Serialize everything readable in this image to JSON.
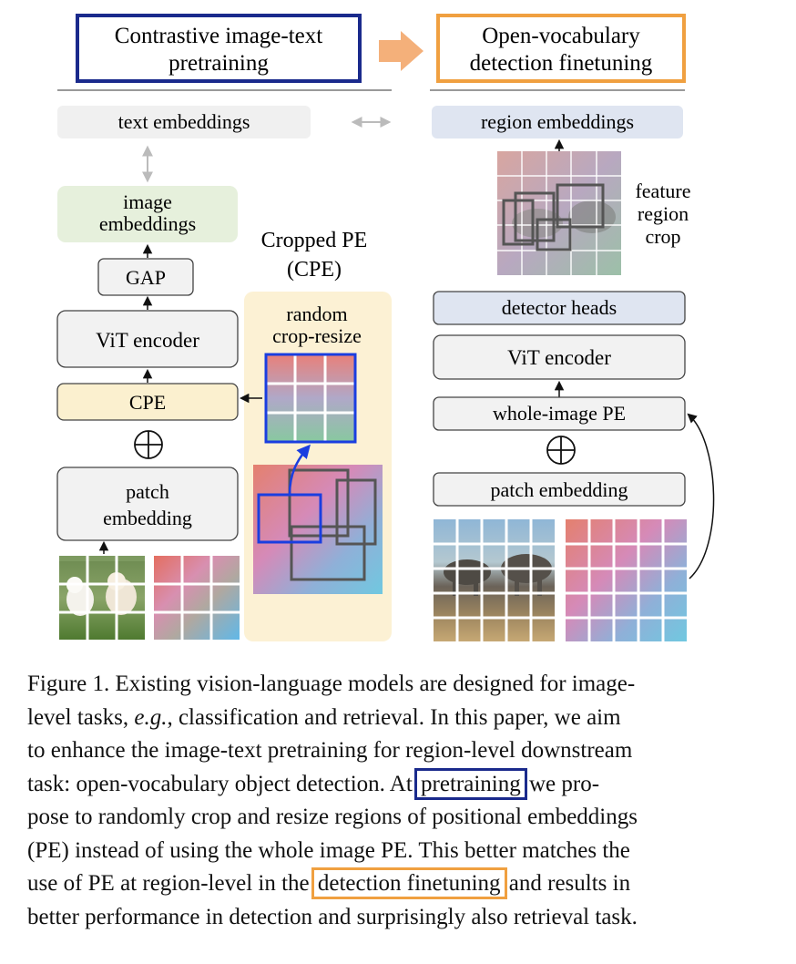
{
  "header": {
    "left_title": [
      "Contrastive image-text",
      "pretraining"
    ],
    "right_title": [
      "Open-vocabulary",
      "detection finetuning"
    ]
  },
  "left": {
    "text_embeddings": "text embeddings",
    "image_embeddings": [
      "image",
      "embeddings"
    ],
    "gap": "GAP",
    "vit_encoder": "ViT encoder",
    "cpe": "CPE",
    "patch_embedding": [
      "patch",
      "embedding"
    ]
  },
  "middle": {
    "title": [
      "Cropped PE",
      "(CPE)"
    ],
    "random_crop": [
      "random",
      "crop-resize"
    ]
  },
  "right": {
    "region_embeddings": "region embeddings",
    "feature_crop": [
      "feature",
      "region",
      "crop"
    ],
    "detector_heads": "detector heads",
    "vit_encoder": "ViT encoder",
    "whole_image_pe": "whole-image PE",
    "patch_embedding": "patch embedding"
  },
  "colors": {
    "blue_frame": "#1a2a8c",
    "orange_frame": "#f0a040",
    "green_box": "#e6f0dc",
    "yellow_box": "#fbf0cf",
    "blue_box": "#dfe5f1",
    "panel_yellow": "#fcf1d4"
  },
  "caption": {
    "l1": "Figure 1. Existing vision-language models are designed for image-",
    "l2a": "level tasks, ",
    "l2b": "e.g.",
    "l2c": ", classification and retrieval. In this paper, we aim",
    "l3": "to enhance the image-text pretraining for region-level downstream",
    "l4a": "task: open-vocabulary object detection. At ",
    "l4b": "pretraining",
    "l4c": " we pro-",
    "l5": "pose to randomly crop and resize regions of positional embeddings",
    "l6": "(PE) instead of using the whole image PE. This better matches the",
    "l7a": "use of PE at region-level in the ",
    "l7b": "detection finetuning",
    "l7c": " and results in",
    "l8": "better performance in detection and surprisingly also retrieval task."
  }
}
